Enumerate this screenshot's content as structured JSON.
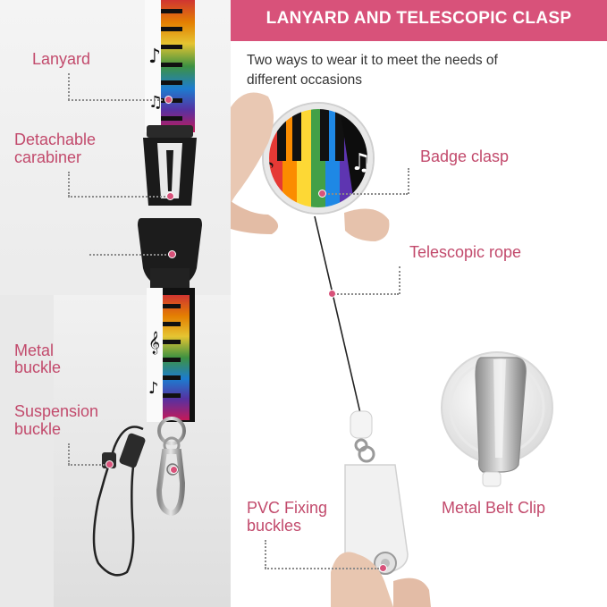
{
  "header": {
    "title": "LANYARD AND TELESCOPIC CLASP"
  },
  "subtitle": "Two ways to wear it to meet the needs of different occasions",
  "labels": {
    "lanyard": "Lanyard",
    "carabiner_line1": "Detachable",
    "carabiner_line2": "carabiner",
    "metal_buckle_line1": "Metal",
    "metal_buckle_line2": "buckle",
    "suspension_line1": "Suspension",
    "suspension_line2": "buckle",
    "badge_clasp": "Badge clasp",
    "telescopic_rope": "Telescopic rope",
    "pvc_line1": "PVC Fixing",
    "pvc_line2": "buckles",
    "metal_belt_clip": "Metal Belt Clip"
  },
  "colors": {
    "accent": "#d8527a",
    "label_text": "#c24a6c",
    "keys": [
      "#e53935",
      "#fb8c00",
      "#fdd835",
      "#43a047",
      "#1e88e5",
      "#5e35b1",
      "#d81b60"
    ]
  }
}
